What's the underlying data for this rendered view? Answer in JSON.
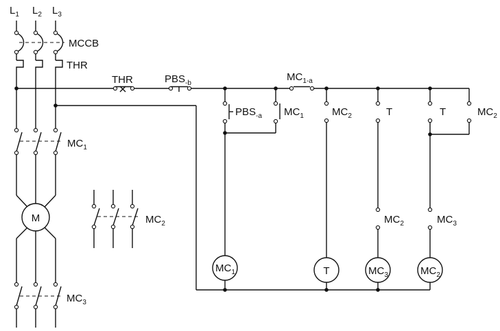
{
  "lines": {
    "l1": {
      "main": "L",
      "sub": "1"
    },
    "l2": {
      "main": "L",
      "sub": "2"
    },
    "l3": {
      "main": "L",
      "sub": "3"
    }
  },
  "power": {
    "mccb": "MCCB",
    "thr": "THR",
    "mc1": {
      "main": "MC",
      "sub": "1"
    },
    "mc2": {
      "main": "MC",
      "sub": "2"
    },
    "mc3": {
      "main": "MC",
      "sub": "3"
    },
    "motor": "M"
  },
  "control": {
    "thr_contact": "THR",
    "pbs_b": {
      "main": "PBS",
      "sub": "-b"
    },
    "mc1_a": {
      "main": "MC",
      "sub": "1-a"
    },
    "pbs_a": {
      "main": "PBS",
      "sub": "-a"
    },
    "mc1_contact": {
      "main": "MC",
      "sub": "1"
    },
    "mc2_contact_a": {
      "main": "MC",
      "sub": "2"
    },
    "t_contact_1": "T",
    "t_contact_2": "T",
    "mc2_contact_b": {
      "main": "MC",
      "sub": "2"
    },
    "mc2_contact_c": {
      "main": "MC",
      "sub": "2"
    },
    "mc3_contact": {
      "main": "MC",
      "sub": "3"
    }
  },
  "coils": {
    "mc1": {
      "main": "MC",
      "sub": "1"
    },
    "t": "T",
    "mc3": {
      "main": "MC",
      "sub": "3"
    },
    "mc2": {
      "main": "MC",
      "sub": "2"
    }
  }
}
